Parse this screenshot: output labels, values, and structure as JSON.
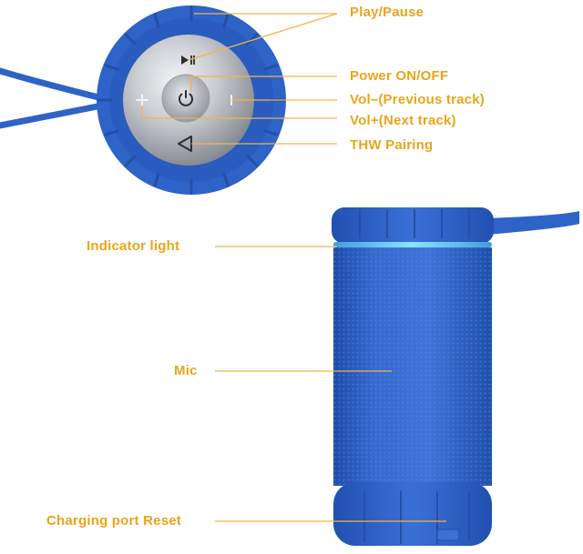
{
  "colors": {
    "label_text": "#E8A51C",
    "leader_line": "#F0B54A",
    "speaker_blue": "#2E63C7",
    "speaker_blue_dark": "#1F4FAE",
    "control_silver": "#B9BCC2",
    "indicator_glow": "#5FC8F2"
  },
  "callouts": {
    "play_pause": "Play/Pause",
    "power": "Power ON/OFF",
    "vol_down": "Vol–(Previous track)",
    "vol_up": "Vol+(Next track)",
    "pairing": "THW Pairing",
    "indicator": "Indicator light",
    "mic": "Mic",
    "charging": "Charging port Reset"
  },
  "icons": {
    "play_pause": "play-pause-icon",
    "power": "power-icon",
    "minus": "minus-icon",
    "plus": "plus-icon",
    "pairing": "pairing-icon"
  }
}
